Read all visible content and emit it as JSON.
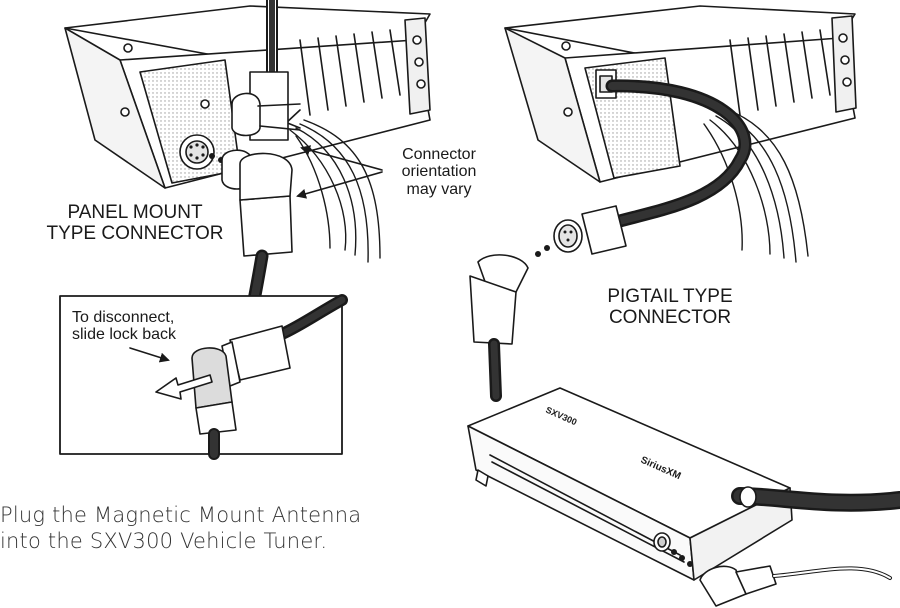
{
  "labels": {
    "panel_mount": [
      "PANEL MOUNT",
      "TYPE CONNECTOR"
    ],
    "pigtail": [
      "PIGTAIL TYPE",
      "CONNECTOR"
    ],
    "orientation_note": [
      "Connector",
      "orientation",
      "may vary"
    ],
    "disconnect_note": [
      "To disconnect,",
      "slide lock back"
    ]
  },
  "device": {
    "tuner_model_print": "SXV300",
    "tuner_brand_print": "SiriusXM"
  },
  "caption": [
    "Plug the Magnetic Mount Antenna",
    "into the SXV300 Vehicle Tuner."
  ],
  "icons": [
    "radio-unit-left",
    "radio-unit-right",
    "panel-mount-connector",
    "pigtail-connector",
    "antenna-cable",
    "vehicle-tuner",
    "disconnect-arrow-icon",
    "orientation-arrow-icon"
  ]
}
